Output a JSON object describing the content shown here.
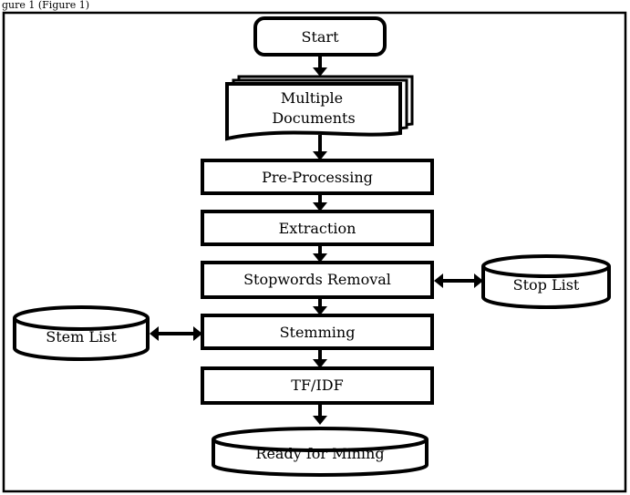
{
  "header_fragment": "gure 1 (Figure 1)",
  "nodes": {
    "start": "Start",
    "documents_line1": "Multiple",
    "documents_line2": "Documents",
    "preprocessing": "Pre-Processing",
    "extraction": "Extraction",
    "stopwords": "Stopwords Removal",
    "stop_list": "Stop List",
    "stemming": "Stemming",
    "stem_list": "Stem List",
    "tfidf": "TF/IDF",
    "ready": "Ready for Mining"
  }
}
